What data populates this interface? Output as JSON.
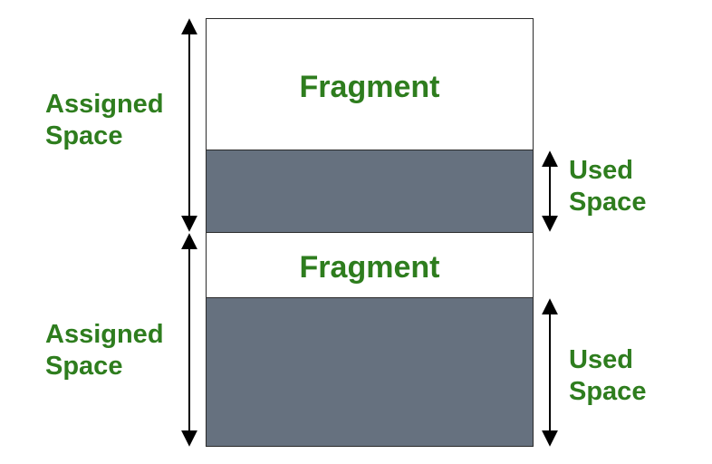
{
  "colors": {
    "label": "#2e7d1e",
    "used_fill": "#66717f",
    "fragment_fill": "#ffffff",
    "border": "#2b2b2b",
    "arrow": "#000000"
  },
  "blocks": [
    {
      "fragment_label": "Fragment",
      "assigned_label_line1": "Assigned",
      "assigned_label_line2": "Space",
      "used_label_line1": "Used",
      "used_label_line2": "Space"
    },
    {
      "fragment_label": "Fragment",
      "assigned_label_line1": "Assigned",
      "assigned_label_line2": "Space",
      "used_label_line1": "Used",
      "used_label_line2": "Space"
    }
  ]
}
